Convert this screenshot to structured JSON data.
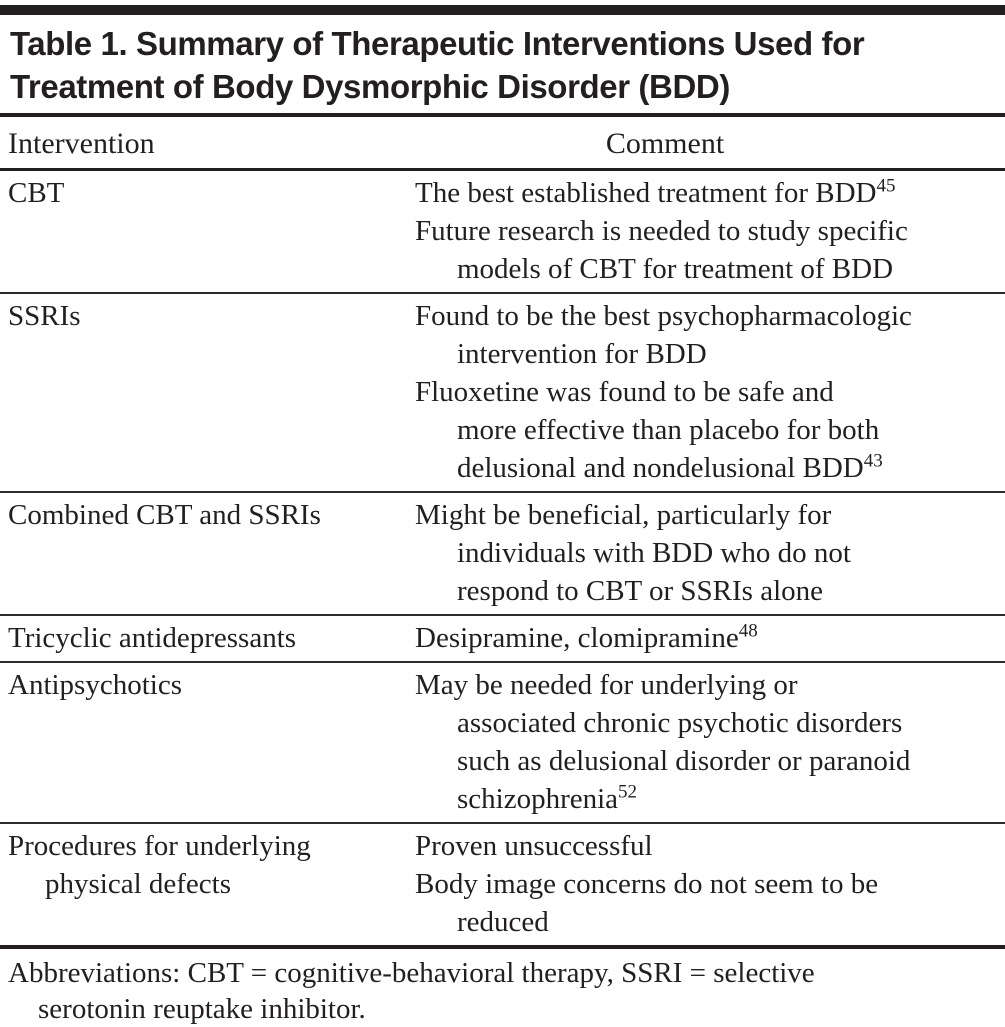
{
  "accent_color": "#231f20",
  "table": {
    "title_lines": [
      "Table 1. Summary of Therapeutic Interventions Used for",
      "Treatment of Body Dysmorphic Disorder (BDD)"
    ],
    "columns": {
      "intervention": "Intervention",
      "comment": "Comment"
    },
    "rows": [
      {
        "intervention_lines": [
          "CBT"
        ],
        "comment_lines": [
          {
            "text": "The best established treatment for BDD",
            "sup": "45"
          },
          {
            "text": "Future research is needed to study specific"
          },
          {
            "text": "models of CBT for treatment of BDD"
          }
        ]
      },
      {
        "intervention_lines": [
          "SSRIs"
        ],
        "comment_lines": [
          {
            "text": "Found to be the best psychopharmacologic"
          },
          {
            "text": "intervention for BDD"
          },
          {
            "text": "Fluoxetine was found to be safe and"
          },
          {
            "text": "more effective than placebo for both"
          },
          {
            "text": "delusional and nondelusional BDD",
            "sup": "43"
          }
        ]
      },
      {
        "intervention_lines": [
          "Combined CBT and SSRIs"
        ],
        "comment_lines": [
          {
            "text": "Might be beneficial, particularly for"
          },
          {
            "text": "individuals with BDD who do not"
          },
          {
            "text": "respond to CBT or SSRIs alone"
          }
        ]
      },
      {
        "intervention_lines": [
          "Tricyclic antidepressants"
        ],
        "comment_lines": [
          {
            "text": "Desipramine, clomipramine",
            "sup": "48"
          }
        ]
      },
      {
        "intervention_lines": [
          "Antipsychotics"
        ],
        "comment_lines": [
          {
            "text": "May be needed for underlying or"
          },
          {
            "text": "associated chronic psychotic disorders"
          },
          {
            "text": "such as delusional disorder or paranoid"
          },
          {
            "text": "schizophrenia",
            "sup": "52"
          }
        ]
      },
      {
        "intervention_lines": [
          "Procedures for underlying",
          "physical defects"
        ],
        "comment_lines": [
          {
            "text": "Proven unsuccessful"
          },
          {
            "text": "Body image concerns do not seem to be"
          },
          {
            "text": "reduced"
          }
        ]
      }
    ],
    "footnote_lines": [
      "Abbreviations: CBT = cognitive-behavioral therapy, SSRI = selective",
      "serotonin reuptake inhibitor."
    ]
  }
}
